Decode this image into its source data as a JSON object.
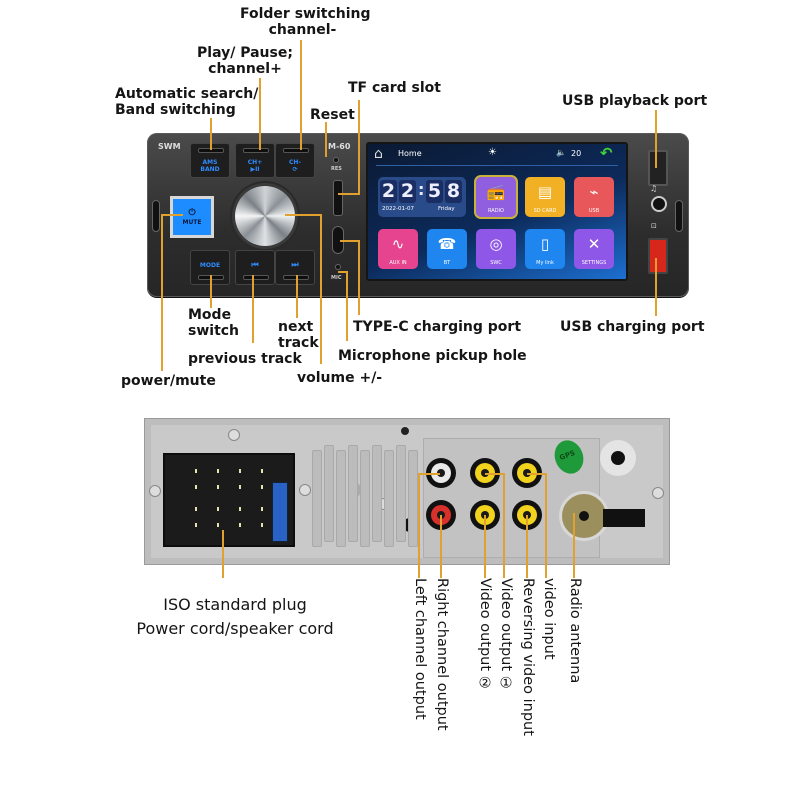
{
  "front_panel": {
    "brand": "SWM",
    "model": "M-60",
    "buttons": {
      "ams_band": [
        "AMS",
        "BAND"
      ],
      "ch_plus": [
        "CH+",
        "▶II"
      ],
      "ch_minus": [
        "CH-",
        "⟳"
      ],
      "mode": "MODE",
      "prev": "⏮",
      "next": "⏭",
      "mute": [
        "⏻",
        "MUTE"
      ]
    },
    "small_labels": {
      "res": "RES",
      "mic": "MIC"
    },
    "icons": {
      "music_note": "♫",
      "aux_jack": "◉",
      "charge": "⊡"
    }
  },
  "screen": {
    "title": "Home",
    "home_icon": "⌂",
    "brightness_icon": "☀",
    "volume_icon": "🔈",
    "volume": "20",
    "back_icon": "↶",
    "clock": {
      "h1": "2",
      "h2": "2",
      "m1": "5",
      "m2": "8",
      "separator": ":",
      "date": "2022-01-07",
      "day": "Friday"
    },
    "tiles": [
      {
        "label": "RADIO",
        "icon": "📻",
        "color": "#8f5fe0"
      },
      {
        "label": "SD CARD",
        "icon": "▤",
        "color": "#f2b024"
      },
      {
        "label": "USB",
        "icon": "⌁",
        "color": "#e8575a"
      },
      {
        "label": "AUX IN",
        "icon": "∿",
        "color": "#e6448f"
      },
      {
        "label": "BT",
        "icon": "☎",
        "color": "#1f86f0"
      },
      {
        "label": "SWC",
        "icon": "◎",
        "color": "#8e57e8"
      },
      {
        "label": "My link",
        "icon": "▯",
        "color": "#1f86f0"
      },
      {
        "label": "SETTINGS",
        "icon": "✕",
        "color": "#8e57e8"
      }
    ]
  },
  "front_callouts": {
    "folder_switching": [
      "Folder switching",
      "channel-"
    ],
    "play_pause": [
      "Play/ Pause;",
      "channel+"
    ],
    "auto_search": [
      "Automatic search/",
      "Band switching"
    ],
    "tf_card": "TF card slot",
    "reset": "Reset",
    "usb_playback": "USB playback port",
    "usb_charging": "USB charging port",
    "mode_switch": [
      "Mode",
      "switch"
    ],
    "next_track": [
      "next",
      "track"
    ],
    "type_c": "TYPE-C charging port",
    "previous_track": "previous track",
    "microphone": "Microphone pickup hole",
    "power_mute": "power/mute",
    "volume": "volume +/-"
  },
  "rear_panel": {
    "gps_badge": "GPS",
    "iso_plug": [
      "ISO standard plug",
      "Power cord/speaker cord"
    ],
    "rca_colors": {
      "white": "#e9e9e9",
      "red": "#d8302a",
      "yellow": "#f1d21c",
      "gold": "#9c8f5e"
    },
    "vertical_labels": [
      "Left channel output",
      "Right channel output",
      "Video output ②",
      "Video output ①",
      "Reversing video input",
      "video input",
      "Radio antenna"
    ]
  }
}
